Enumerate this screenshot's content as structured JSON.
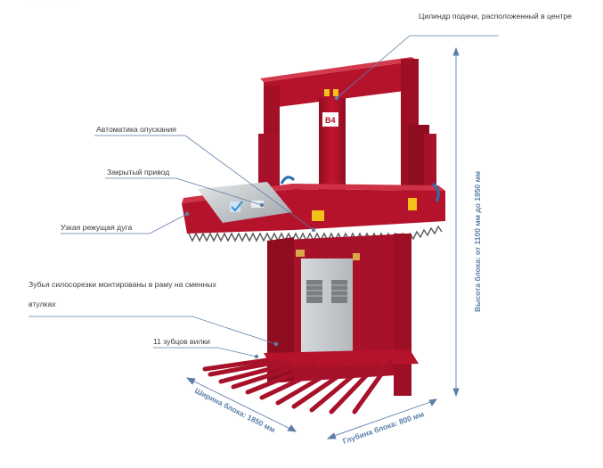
{
  "header_mark": "· · · · · · · ·",
  "callouts": {
    "feed_cylinder": "Цилиндр подачи, расположенный в центре",
    "auto_lowering": "Автоматика опускания",
    "closed_drive": "Закрытый привод",
    "narrow_arc": "Узкая режущая дуга",
    "teeth_mount": "Зубья силосорезки монтированы в раму на сменных втулках",
    "fork_teeth": "11 зубцов вилки"
  },
  "dimensions": {
    "height": "Высота блока: от 1100 мм до 1950 мм",
    "width": "Ширина блока: 1850 мм",
    "depth": "Глубина блока: 800 мм"
  },
  "machine": {
    "brand_badge": "B4",
    "colors": {
      "body": "#b5122b",
      "body_dark": "#7d0b1c",
      "steel": "#c8ccd0",
      "accent": "#5d7fa8",
      "warning": "#f2c21b"
    }
  }
}
